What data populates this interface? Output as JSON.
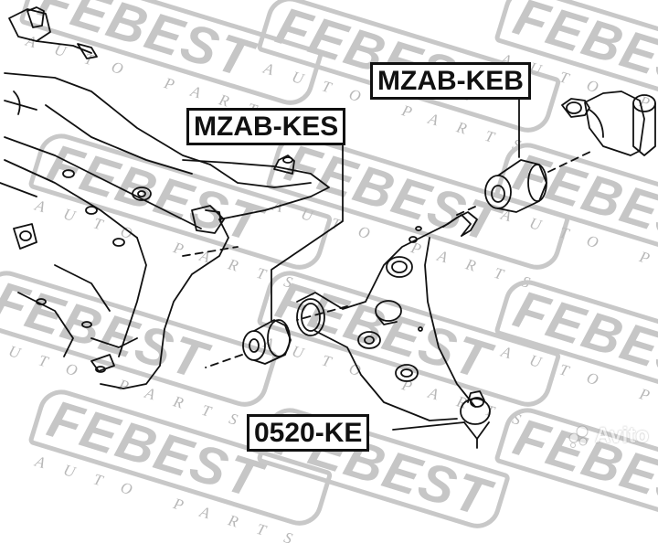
{
  "watermark": {
    "brand": "FEBEST",
    "tagline": "AUTO PARTS",
    "color": "#c6c6c6"
  },
  "parts": [
    {
      "id": "upper-right-bushing",
      "part_number": "MZAB-KEB"
    },
    {
      "id": "front-bushing",
      "part_number": "MZAB-KES"
    },
    {
      "id": "ball-joint",
      "part_number": "0520-KE"
    }
  ],
  "overlay": {
    "marketplace_watermark": "Avito"
  },
  "colors": {
    "line_art": "#111111",
    "label_border": "#111111",
    "background": "#ffffff"
  }
}
